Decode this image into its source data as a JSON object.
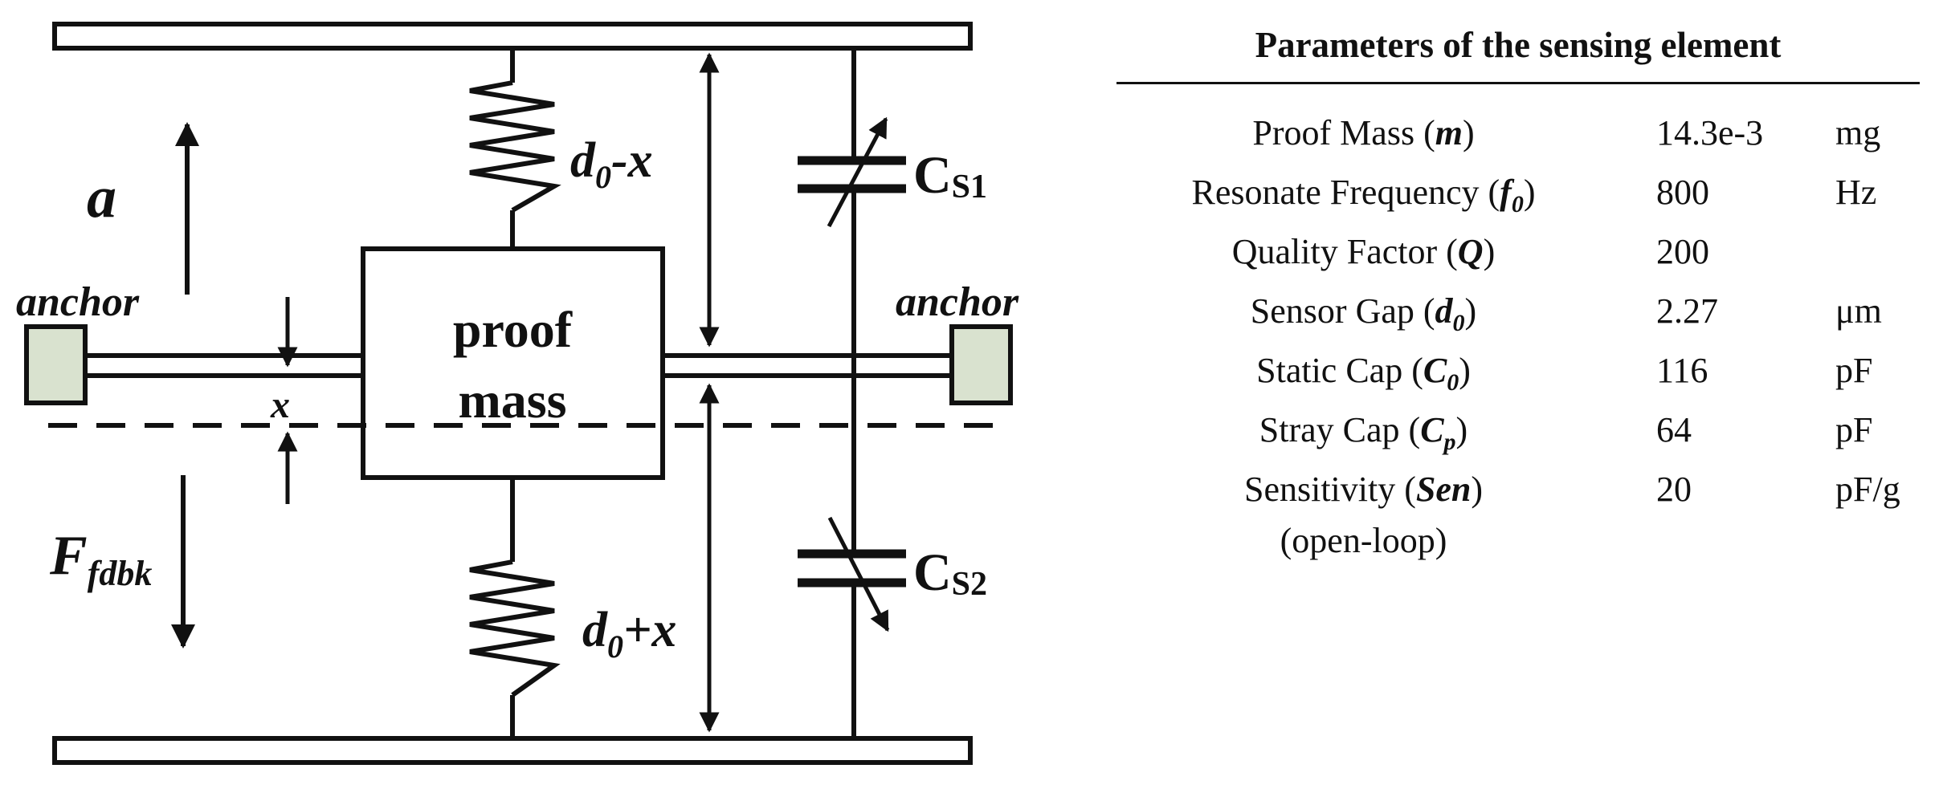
{
  "diagram": {
    "accel_label": "a",
    "anchor_left": "anchor",
    "anchor_right": "anchor",
    "proof_mass": [
      "proof",
      "mass"
    ],
    "displacement": "x",
    "force_label": {
      "main": "F",
      "sub": "fdbk"
    },
    "gap_top": {
      "d": "d",
      "sub": "0",
      "rest": "-x"
    },
    "gap_bottom": {
      "d": "d",
      "sub": "0",
      "rest": "+x"
    },
    "cap_top": {
      "main": "C",
      "sub": "S1"
    },
    "cap_bottom": {
      "main": "C",
      "sub": "S2"
    },
    "colors": {
      "anchor_fill": "#d9e2cf",
      "line": "#111111"
    }
  },
  "params": {
    "title": "Parameters of the sensing element",
    "rows": [
      {
        "name": "Proof Mass (",
        "sym": "m",
        "sym_sub": "",
        "close": ")",
        "value": "14.3e-3",
        "unit": "mg"
      },
      {
        "name": "Resonate Frequency (",
        "sym": "f",
        "sym_sub": "0",
        "close": ")",
        "value": "800",
        "unit": "Hz"
      },
      {
        "name": "Quality Factor (",
        "sym": "Q",
        "sym_sub": "",
        "close": ")",
        "value": "200",
        "unit": ""
      },
      {
        "name": "Sensor Gap (",
        "sym": "d",
        "sym_sub": "0",
        "close": ")",
        "value": "2.27",
        "unit": "μm"
      },
      {
        "name": "Static Cap (",
        "sym": "C",
        "sym_sub": "0",
        "close": ")",
        "value": "116",
        "unit": "pF"
      },
      {
        "name": "Stray Cap (",
        "sym": "C",
        "sym_sub": "p",
        "close": ")",
        "value": "64",
        "unit": "pF"
      },
      {
        "name": "Sensitivity (",
        "sym": "Sen",
        "sym_sub": "",
        "close": ")",
        "value": "20",
        "unit": "pF/g"
      }
    ],
    "note": "(open-loop)"
  }
}
